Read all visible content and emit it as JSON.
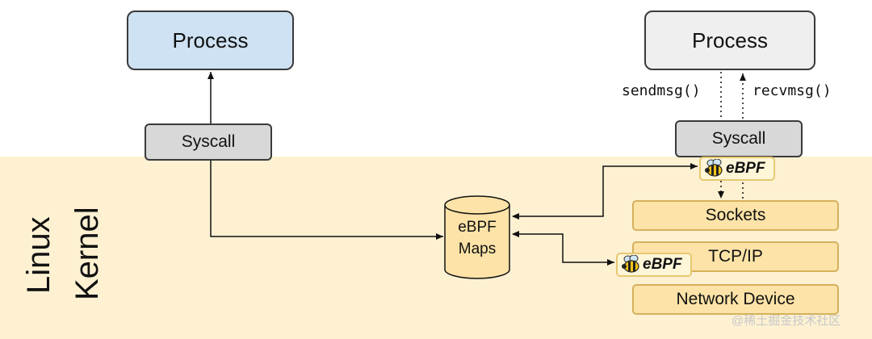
{
  "kernel_label": {
    "line1": "Linux",
    "line2": "Kernel"
  },
  "left": {
    "process": "Process",
    "syscall": "Syscall"
  },
  "right": {
    "process": "Process",
    "syscall": "Syscall",
    "send_call": "sendmsg()",
    "recv_call": "recvmsg()",
    "layers": [
      "Sockets",
      "TCP/IP",
      "Network Device"
    ]
  },
  "maps": {
    "line1": "eBPF",
    "line2": "Maps"
  },
  "ebpf_badge_label": "eBPF",
  "watermark": "@稀土掘金技术社区",
  "colors": {
    "process_left": "#cfe2f3",
    "process_right": "#efefef",
    "syscall": "#d8d8d8",
    "kernel_band": "#fdf1d2",
    "layer_fill": "#fde3a7",
    "maps_fill": "#fde3a7"
  }
}
